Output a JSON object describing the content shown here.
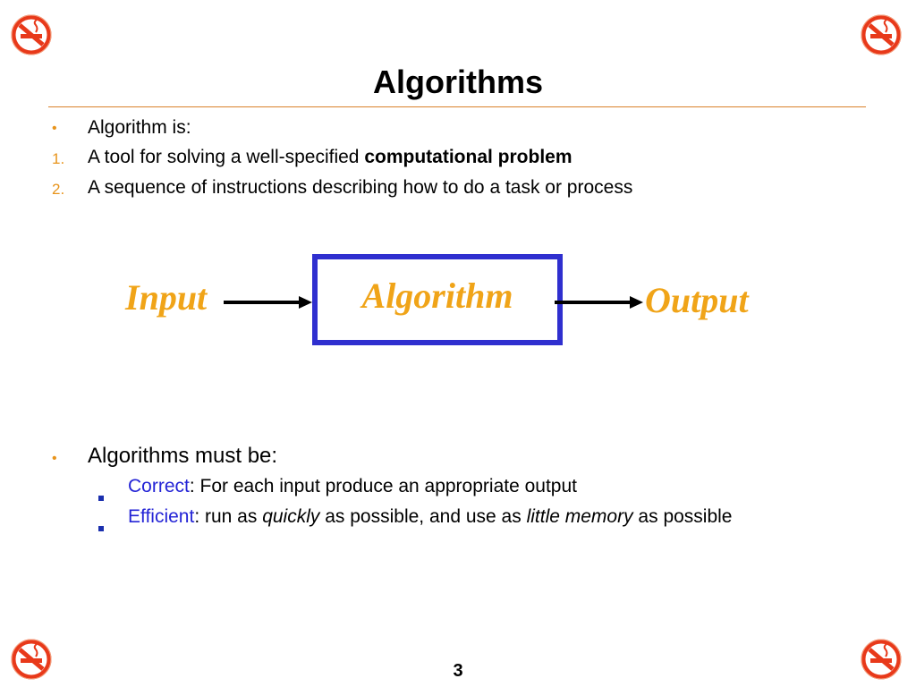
{
  "slide": {
    "title": "Algorithms",
    "page_number": "3",
    "corner_icon": "no-smoking-icon",
    "accent_colors": {
      "rule": "#d9822b",
      "bullet": "#e8941c",
      "box_border": "#2f2fcf",
      "diagram_text": "#f0a418",
      "keyword_blue": "#2424d6",
      "icon_red": "#e8391a"
    }
  },
  "definition": {
    "bullet": "•",
    "heading": "Algorithm is:",
    "items": [
      {
        "marker": "1.",
        "text_before": "A tool for solving a well-specified ",
        "text_bold": "computational problem"
      },
      {
        "marker": "2.",
        "text": "A sequence of instructions describing how to do a task or process"
      }
    ]
  },
  "diagram": {
    "input_label": "Input",
    "box_label": "Algorithm",
    "output_label": "Output"
  },
  "requirements": {
    "bullet": "•",
    "heading": "Algorithms must be:",
    "items": [
      {
        "keyword": "Correct",
        "text": ": For each input produce an appropriate output"
      },
      {
        "keyword": "Efficient",
        "text_1": ": run as ",
        "italic_1": "quickly",
        "text_2": " as possible, and use as ",
        "italic_2": "little memory",
        "text_3": " as possible"
      }
    ]
  }
}
